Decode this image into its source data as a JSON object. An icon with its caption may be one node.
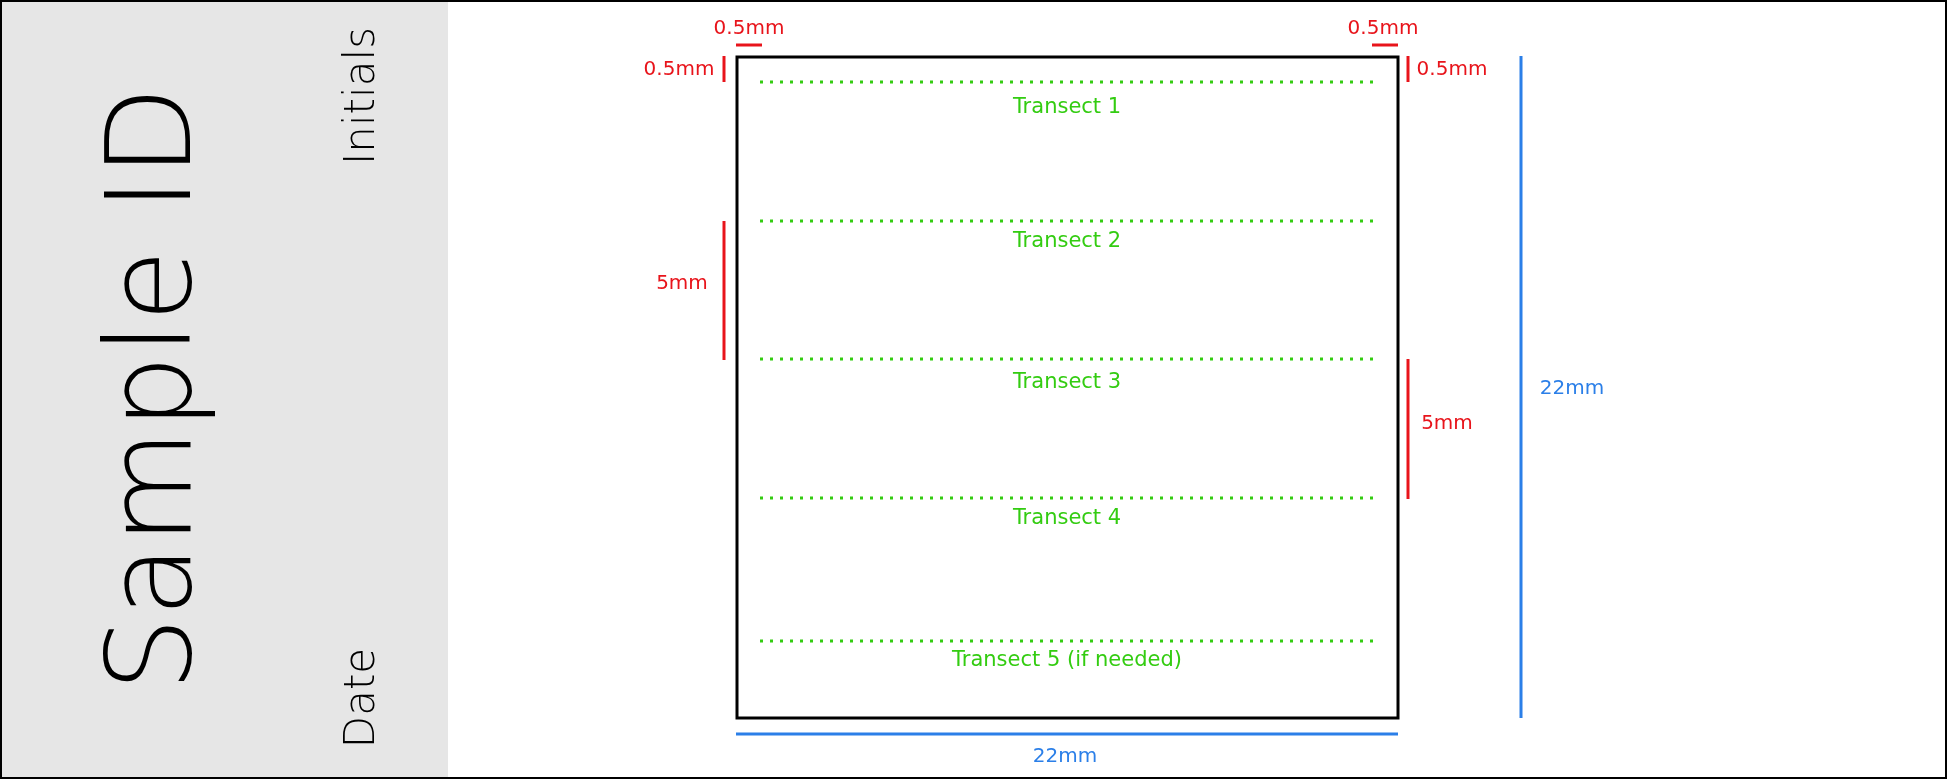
{
  "diagram": {
    "labels": [
      "Sample ID",
      "Initials",
      "Date",
      "0.5mm",
      "0.5mm",
      "0.5mm",
      "0.5mm",
      "Transect 1",
      "Transect 2",
      "5mm",
      "Transect 3",
      "22mm",
      "5mm",
      "Transect 4",
      "Transect 5 (if needed)",
      "22mm"
    ]
  }
}
